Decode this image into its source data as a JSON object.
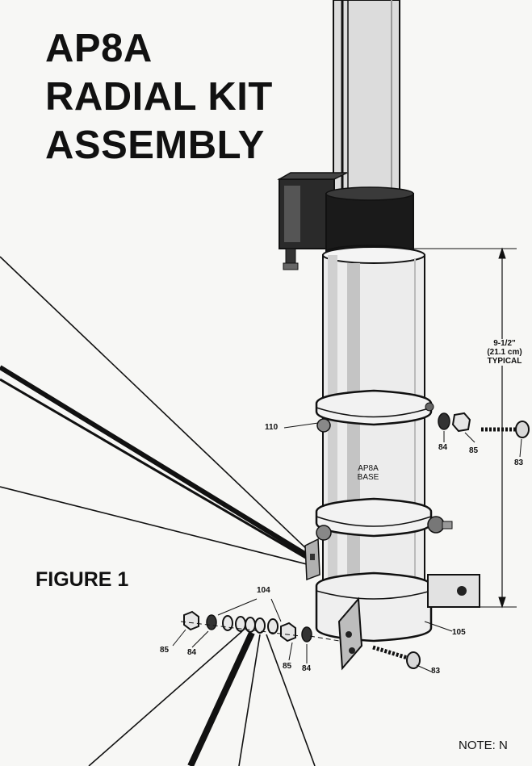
{
  "title": {
    "line1": "AP8A",
    "line2": "RADIAL KIT",
    "line3": "ASSEMBLY"
  },
  "figure_label": "FIGURE 1",
  "note_text": "NOTE: N",
  "dimension": {
    "line1": "9-1/2\"",
    "line2": "(21.1 cm)",
    "line3": "TYPICAL"
  },
  "base_label": {
    "line1": "AP8A",
    "line2": "BASE"
  },
  "part_numbers": {
    "p110": "110",
    "p84_right": "84",
    "p85_right": "85",
    "p83_right": "83",
    "p104": "104",
    "p85_left": "85",
    "p84_left": "84",
    "p85_mid": "85",
    "p84_mid": "84",
    "p105": "105",
    "p83_bottom": "83"
  },
  "colors": {
    "ink": "#111111",
    "paper": "#f7f7f5",
    "shade": "#cfcfcf",
    "band": "#1a1a1a"
  }
}
